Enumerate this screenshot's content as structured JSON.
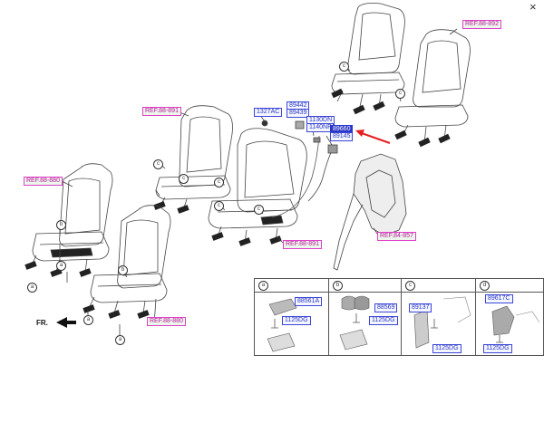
{
  "close_icon": "×",
  "ref_labels": {
    "ref_third_row": "REF.88-892",
    "ref_second_row_left": "REF.88-891",
    "ref_second_row_bottom": "REF.88-891",
    "ref_driver_seat": "REF.88-880",
    "ref_passenger_seat": "REF.88-880",
    "ref_panel": "REF.84-857"
  },
  "part_labels": {
    "p_89442": "89442",
    "p_89439": "89439",
    "p_1327ac": "1327AC",
    "p_1130dn": "1130DN",
    "p_1140nf": "1140NF",
    "p_89660": "89660",
    "p_89145": "89145"
  },
  "seat_letters": [
    "b",
    "a",
    "a",
    "b",
    "a",
    "a",
    "c",
    "c",
    "c",
    "c",
    "c",
    "c",
    "c"
  ],
  "fr_label": "FR.",
  "details": [
    {
      "letter": "a",
      "parts": [
        "88561A",
        "1125DG"
      ]
    },
    {
      "letter": "b",
      "parts": [
        "88569",
        "1125DG"
      ]
    },
    {
      "letter": "c",
      "parts": [
        "89137",
        "1125DG"
      ]
    },
    {
      "letter": "d",
      "parts": [
        "89617C",
        "1125DG"
      ]
    }
  ]
}
